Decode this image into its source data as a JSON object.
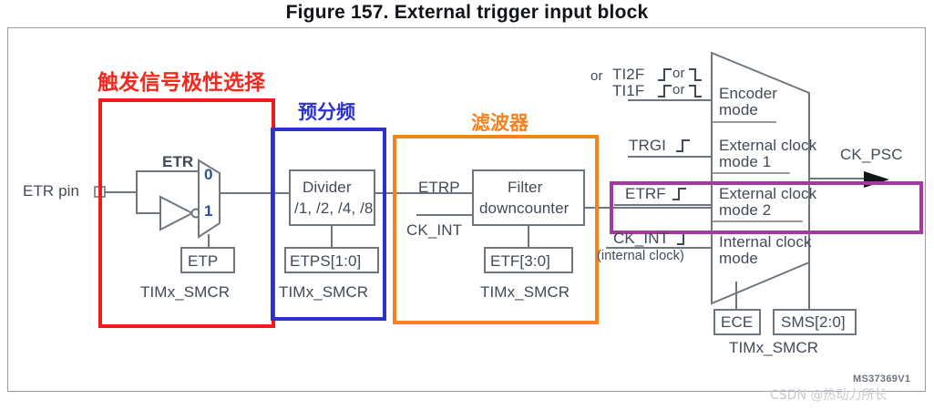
{
  "figure": {
    "title": "Figure 157. External trigger input block",
    "id": "MS37369V1"
  },
  "annotations": {
    "polarity": {
      "text": "触发信号极性选择",
      "color": "#ee1b19"
    },
    "prescaler": {
      "text": "预分频",
      "color": "#2f32c8"
    },
    "filter": {
      "text": "滤波器",
      "color": "#f58220"
    }
  },
  "highlight_boxes": [
    {
      "name": "polarity-box",
      "color": "#ee1b19"
    },
    {
      "name": "prescaler-box",
      "color": "#2f32c8"
    },
    {
      "name": "filter-box",
      "color": "#f58220"
    },
    {
      "name": "external-clock-mode2-box",
      "color": "#a4399f"
    }
  ],
  "polarity_stage": {
    "input_pin": "ETR pin",
    "signal": "ETR",
    "mux_input_0": "0",
    "mux_input_1": "1",
    "control_bit": "ETP",
    "register": "TIMx_SMCR"
  },
  "prescaler_stage": {
    "block_line1": "Divider",
    "block_line2": "/1, /2, /4, /8",
    "control_bits": "ETPS[1:0]",
    "register": "TIMx_SMCR"
  },
  "filter_stage": {
    "input_signal": "ETRP",
    "clock_signal": "CK_INT",
    "block_line1": "Filter",
    "block_line2": "downcounter",
    "control_bits": "ETF[3:0]",
    "register": "TIMx_SMCR"
  },
  "mode_mux": {
    "inputs": [
      {
        "prefix": "or",
        "line1": "TI2F",
        "line2": "TI1F",
        "or_text": "or",
        "name": "ti2f-ti1f-input"
      },
      {
        "label": "TRGI",
        "name": "trgi-input"
      },
      {
        "label": "ETRF",
        "name": "etrf-input"
      },
      {
        "label": "CK_INT",
        "sub": "(internal clock)",
        "name": "ck-int-input"
      }
    ],
    "modes": [
      {
        "line1": "Encoder",
        "line2": "mode"
      },
      {
        "line1": "External clock",
        "line2": "mode 1"
      },
      {
        "line1": "External clock",
        "line2": "mode 2"
      },
      {
        "line1": "Internal clock",
        "line2": "mode"
      }
    ],
    "output": "CK_PSC",
    "control_bits": [
      "ECE",
      "SMS[2:0]"
    ],
    "register": "TIMx_SMCR"
  },
  "watermark": {
    "text": "CSDN @热动力所长"
  }
}
